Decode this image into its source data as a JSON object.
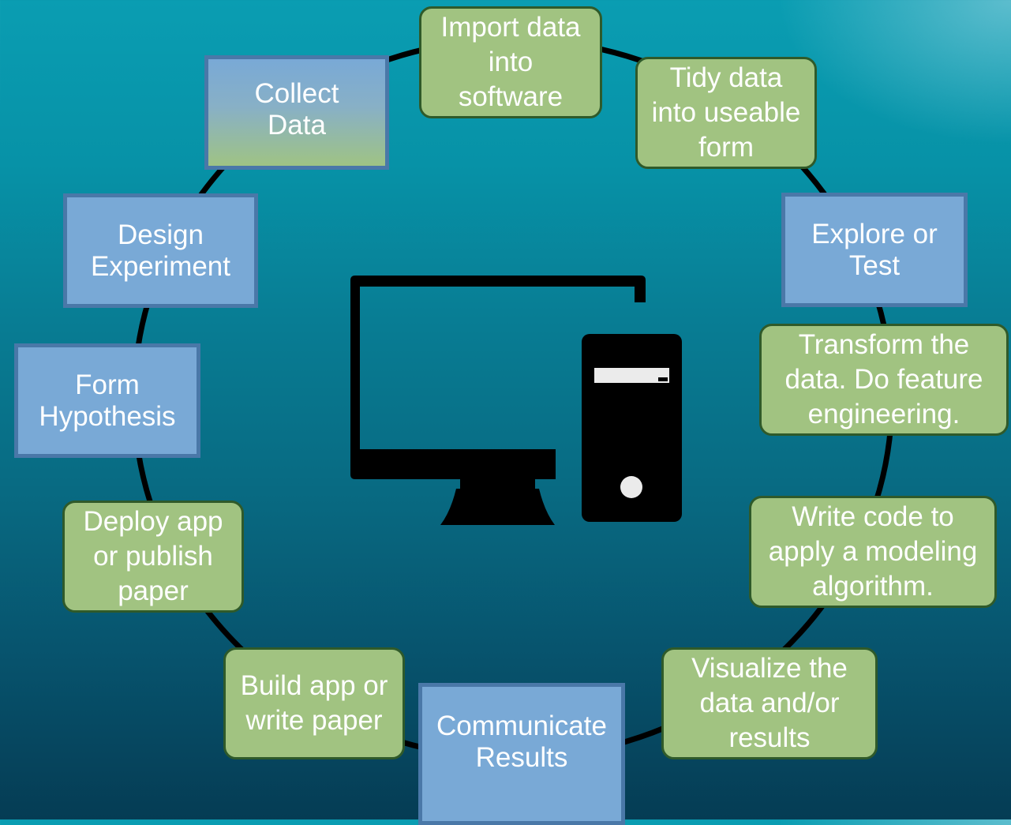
{
  "colors": {
    "green_box": "#a1c381",
    "green_border": "#2f5a2a",
    "blue_box": "#79a9d6",
    "blue_border": "#4a78a8",
    "ring": "#000000",
    "icon": "#000000",
    "text": "#ffffff"
  },
  "center_icon": "desktop-computer-icon",
  "nodes": {
    "import_data": "Import data\ninto\nsoftware",
    "tidy_data": "Tidy data\ninto useable\nform",
    "explore_test": "Explore or\nTest",
    "transform_data": "Transform the\ndata. Do feature\nengineering.",
    "write_code": "Write code to\napply a modeling\nalgorithm.",
    "visualize": "Visualize the\ndata and/or\nresults",
    "communicate": "Communicate\nResults",
    "build_app": "Build app or\nwrite paper",
    "deploy_app": "Deploy app\nor publish\npaper",
    "form_hypothesis": "Form\nHypothesis",
    "design_experiment": "Design\nExperiment",
    "collect_data": "Collect\nData"
  }
}
